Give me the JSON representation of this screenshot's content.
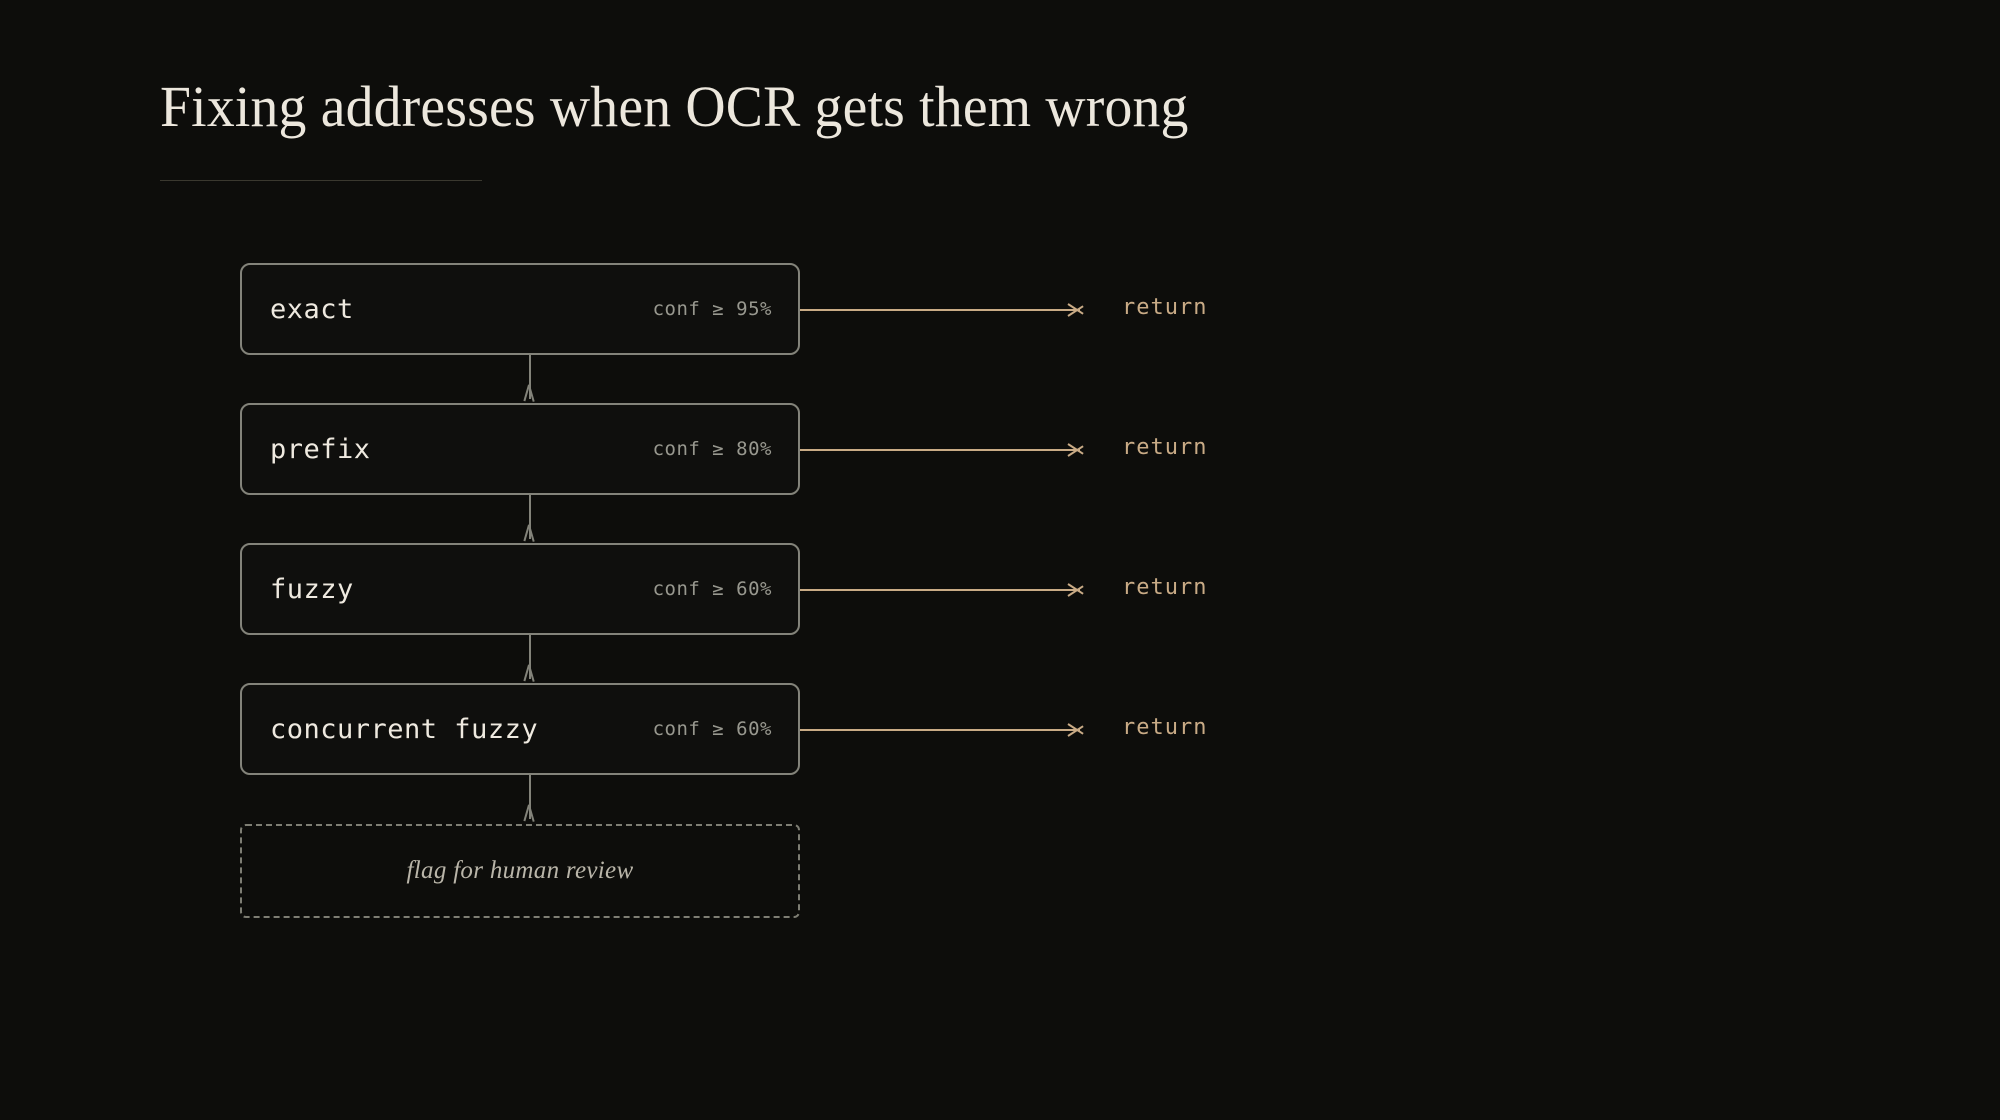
{
  "page": {
    "background_color": "#0d0d0b",
    "title": "Fixing addresses when OCR gets them wrong"
  },
  "theme": {
    "background": "#0d0d0b",
    "title_color": "#ece7dd",
    "box_border": "#83837a",
    "stage_text": "#efeae0",
    "condition_text": "#98988f",
    "accent_return": "#c9ab86",
    "connector": "#83837a",
    "fallback_border": "#7e7e74",
    "fallback_text": "#b9b5a9",
    "rule_color": "#3a382f"
  },
  "flow": {
    "stages": [
      {
        "name": "exact",
        "condition": "conf ≥ 95%",
        "branch_label": "return",
        "has_connector_below": true
      },
      {
        "name": "prefix",
        "condition": "conf ≥ 80%",
        "branch_label": "return",
        "has_connector_below": true
      },
      {
        "name": "fuzzy",
        "condition": "conf ≥ 60%",
        "branch_label": "return",
        "has_connector_below": true
      },
      {
        "name": "concurrent fuzzy",
        "condition": "conf ≥ 60%",
        "branch_label": "return",
        "has_connector_below": true
      }
    ],
    "fallback": {
      "label": "flag for human review"
    }
  }
}
